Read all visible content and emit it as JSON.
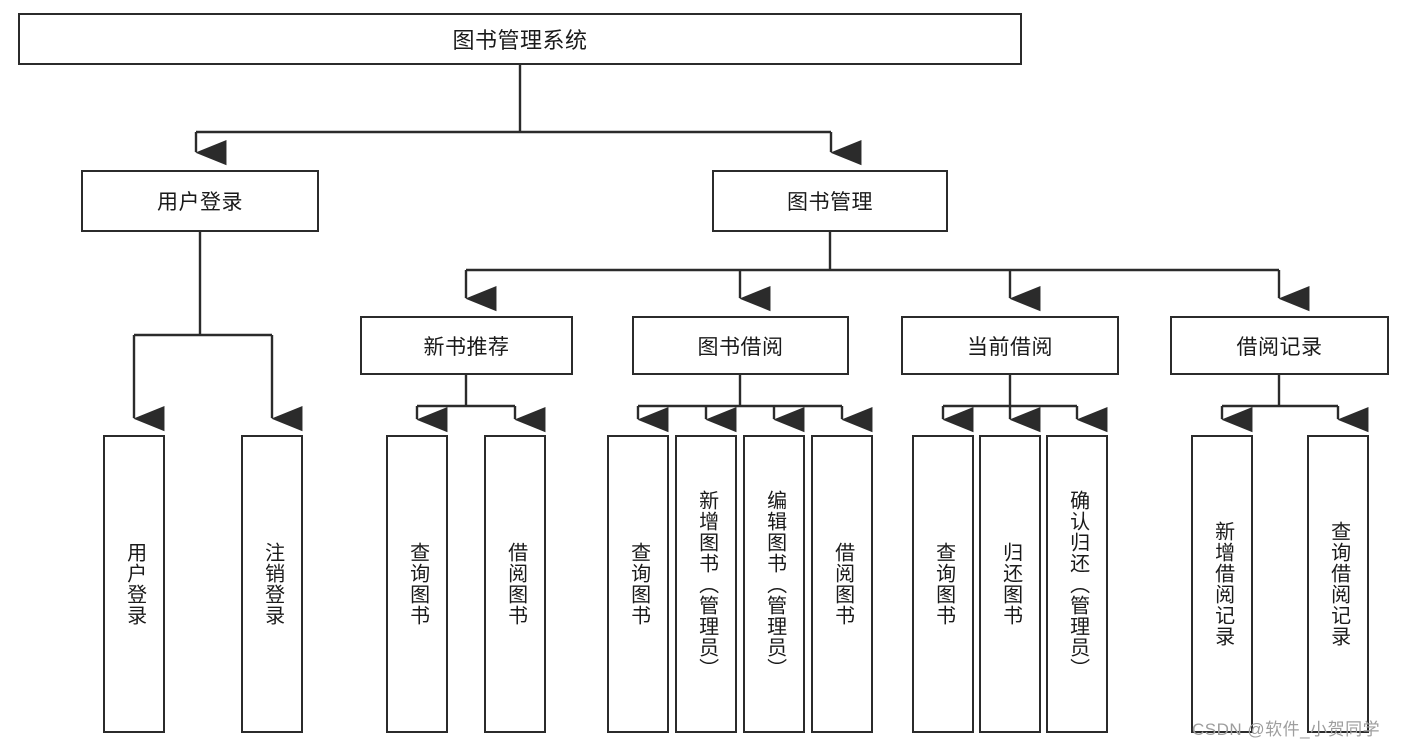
{
  "diagram": {
    "type": "tree",
    "title": "图书管理系统",
    "root": {
      "label": "图书管理系统"
    },
    "level2": [
      {
        "label": "用户登录"
      },
      {
        "label": "图书管理"
      }
    ],
    "level3": [
      {
        "label": "新书推荐"
      },
      {
        "label": "图书借阅"
      },
      {
        "label": "当前借阅"
      },
      {
        "label": "借阅记录"
      }
    ],
    "leaves": {
      "user_login": [
        {
          "label": "用户登录"
        },
        {
          "label": "注销登录"
        }
      ],
      "new_book_recommend": [
        {
          "label": "查询图书"
        },
        {
          "label": "借阅图书"
        }
      ],
      "book_borrow": [
        {
          "label": "查询图书"
        },
        {
          "label": "新增图书（管理员）"
        },
        {
          "label": "编辑图书（管理员）"
        },
        {
          "label": "借阅图书"
        }
      ],
      "current_borrow": [
        {
          "label": "查询图书"
        },
        {
          "label": "归还图书"
        },
        {
          "label": "确认归还（管理员）"
        }
      ],
      "borrow_record": [
        {
          "label": "新增借阅记录"
        },
        {
          "label": "查询借阅记录"
        }
      ]
    },
    "colors": {
      "stroke": "#2b2b2b",
      "fill": "#ffffff",
      "text": "#1a1a1a",
      "watermark": "#9e9e9e"
    }
  },
  "watermark": {
    "text": "CSDN @软件_小贺同学"
  }
}
